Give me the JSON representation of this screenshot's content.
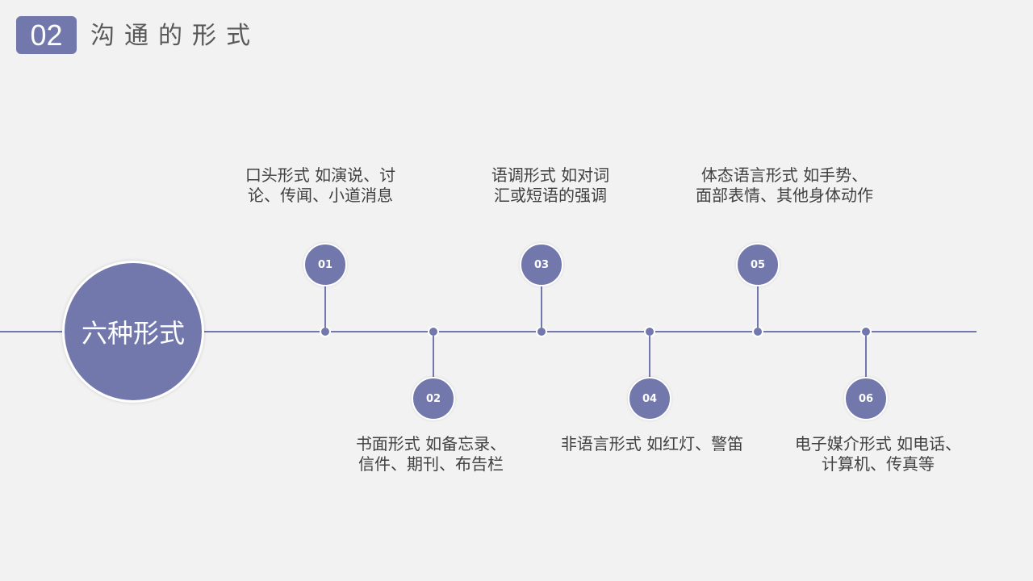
{
  "header": {
    "number": "02",
    "title": "沟通的形式"
  },
  "hub": {
    "label": "六种形式"
  },
  "forms": [
    {
      "num": "01",
      "line1": "口头形式 如演说、讨",
      "line2": "论、传闻、小道消息"
    },
    {
      "num": "02",
      "line1": "书面形式 如备忘录、",
      "line2": "信件、期刊、布告栏"
    },
    {
      "num": "03",
      "line1": "语调形式 如对词",
      "line2": "汇或短语的强调"
    },
    {
      "num": "04",
      "line1": "非语言形式 如红灯、警笛",
      "line2": ""
    },
    {
      "num": "05",
      "line1": "体态语言形式 如手势、",
      "line2": "面部表情、其他身体动作"
    },
    {
      "num": "06",
      "line1": "电子媒介形式 如电话、",
      "line2": "计算机、传真等"
    }
  ],
  "colors": {
    "accent": "#7278ac",
    "background": "#f2f2f2",
    "text": "#404040"
  }
}
